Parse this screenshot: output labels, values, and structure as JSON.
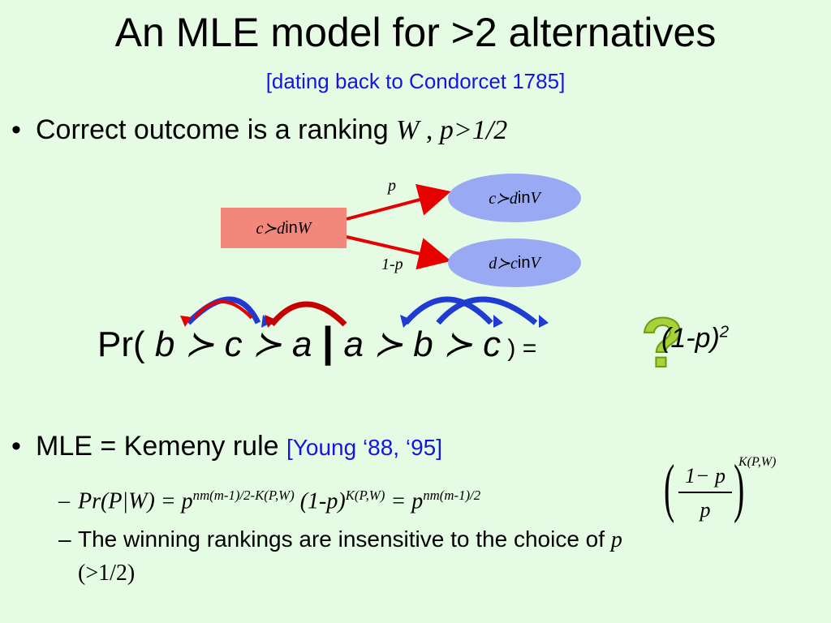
{
  "title": "An MLE model for >2 alternatives",
  "subtitle": "[dating back to Condorcet 1785]",
  "bullet1": {
    "text": "Correct outcome is a ranking ",
    "var_w": "W",
    "sep": " , ",
    "cond": "p>1/2"
  },
  "diagram": {
    "source_var": "c≻d",
    "source_in": " in ",
    "source_set": "W",
    "top_label": "p",
    "bottom_label": "1-p",
    "top_var": "c≻d",
    "top_in": " in ",
    "top_set": "V",
    "bottom_var": "d≻c",
    "bottom_in": " in ",
    "bottom_set": "V"
  },
  "equation": {
    "pr_open": "Pr( ",
    "left_ranking": "b ≻ c ≻ a",
    "bar": "|",
    "right_ranking": "a ≻ b ≻ c",
    "close": " ) = ",
    "question": "?",
    "result_base": "(1-p)",
    "result_exp": "2"
  },
  "bullet2": {
    "text": "MLE = Kemeny rule ",
    "citation": "[Young ‘88, ‘95]"
  },
  "sub1": {
    "lhs": "Pr(P|W) = p",
    "exp1": "nm(m-1)/2-K(P,W)",
    "mid": " (1-p)",
    "exp2": "K(P,W)",
    "eq": " = p",
    "exp3": "nm(m-1)/2",
    "frac_num": "1− p",
    "frac_den": "p",
    "exp4": "K(P,W)"
  },
  "sub2": {
    "text": "The winning rankings are insensitive to the choice of ",
    "var": "p",
    "cont": "(>1/2)"
  },
  "colors": {
    "background": "#e6fbe3",
    "accent_blue": "#1414e6",
    "red_arrow": "#e60000",
    "node_red": "#f4877c",
    "node_blue": "#99a9f3",
    "question_green": "#a6d33a"
  }
}
